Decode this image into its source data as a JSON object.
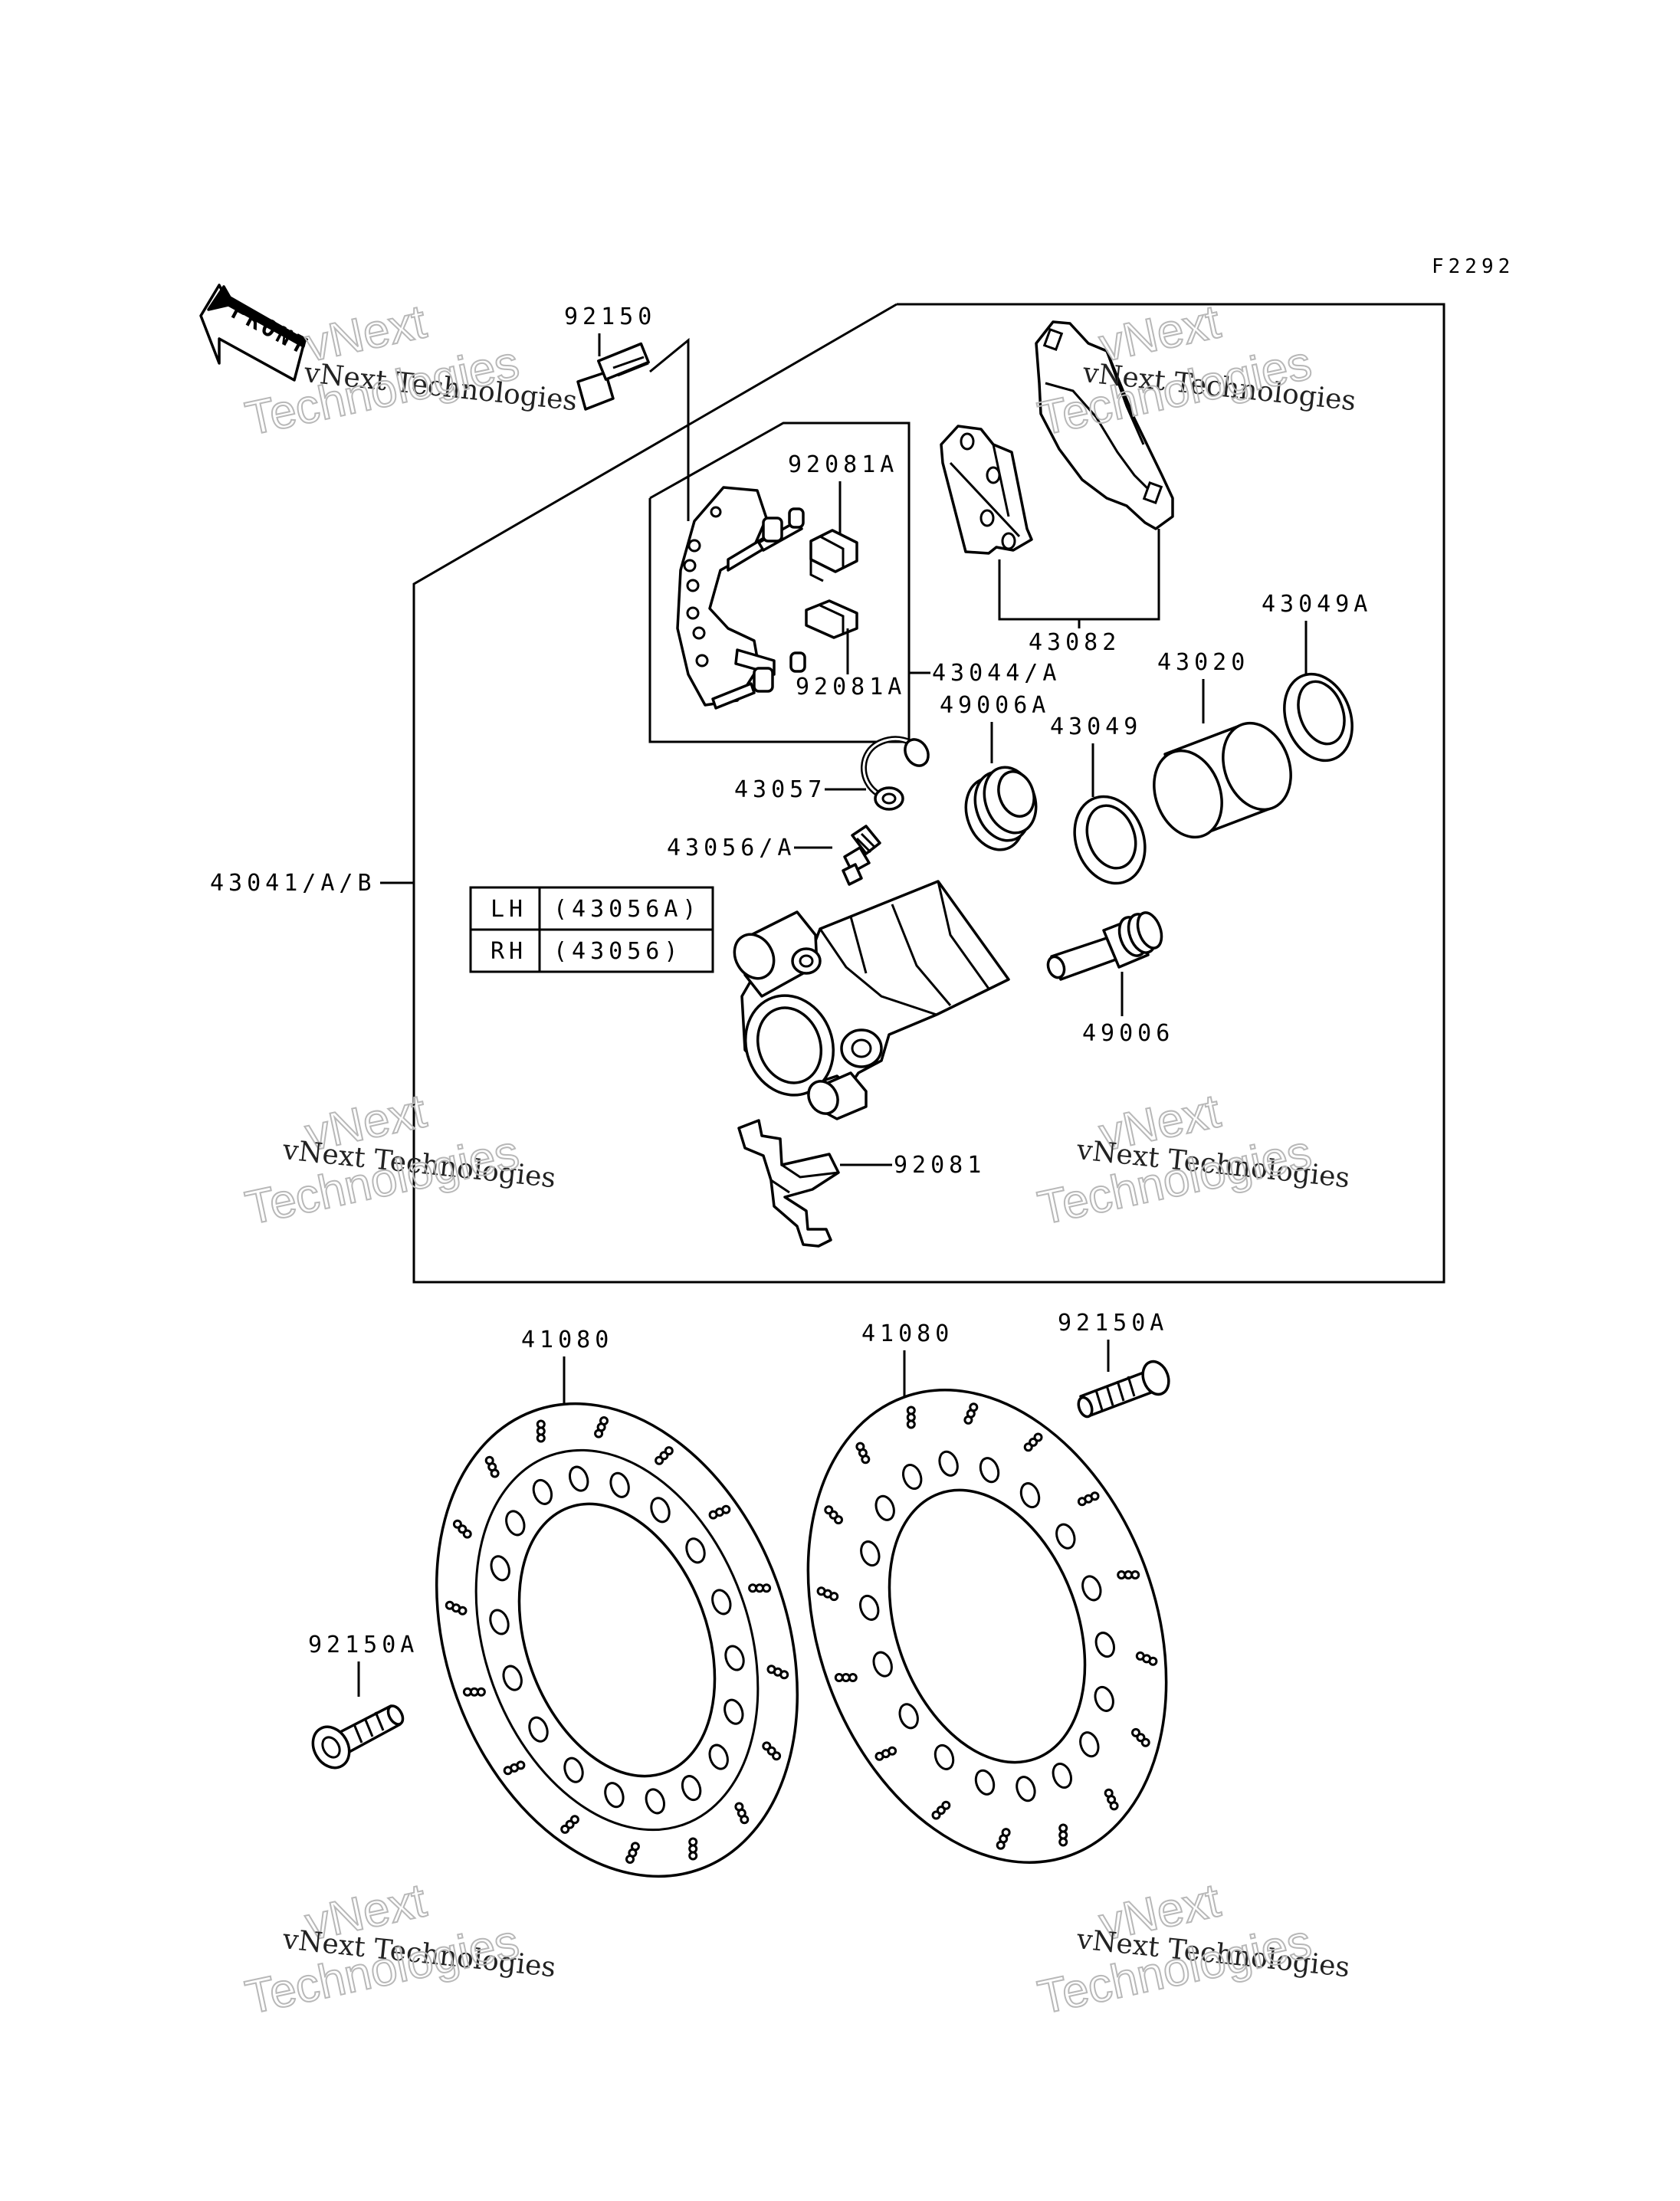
{
  "figure_code": "F2292",
  "front_arrow": {
    "label": "FRONT"
  },
  "labels": {
    "bolt_top": "92150",
    "pad_spring_a_top": "92081A",
    "pad_spring_a_bottom": "92081A",
    "bracket": "43044/A",
    "pads": "43082",
    "piston_seal_a": "43049A",
    "piston": "43020",
    "boot_a": "49006A",
    "piston_seal": "43049",
    "bleeder_cap": "43057",
    "bleeder_valve": "43056/A",
    "caliper_assy": "43041/A/B",
    "slide_pin": "49006",
    "pad_spring": "92081",
    "disc_left": "41080",
    "disc_right": "41080",
    "disc_bolt_right": "92150A",
    "disc_bolt_left": "92150A"
  },
  "side_table": {
    "rows": [
      {
        "side": "LH",
        "part": "(43056A)"
      },
      {
        "side": "RH",
        "part": "(43056)"
      }
    ]
  },
  "watermark": {
    "line1": "vNext Technologies",
    "line2": "vNext Technologies",
    "line3": "Technologies"
  }
}
